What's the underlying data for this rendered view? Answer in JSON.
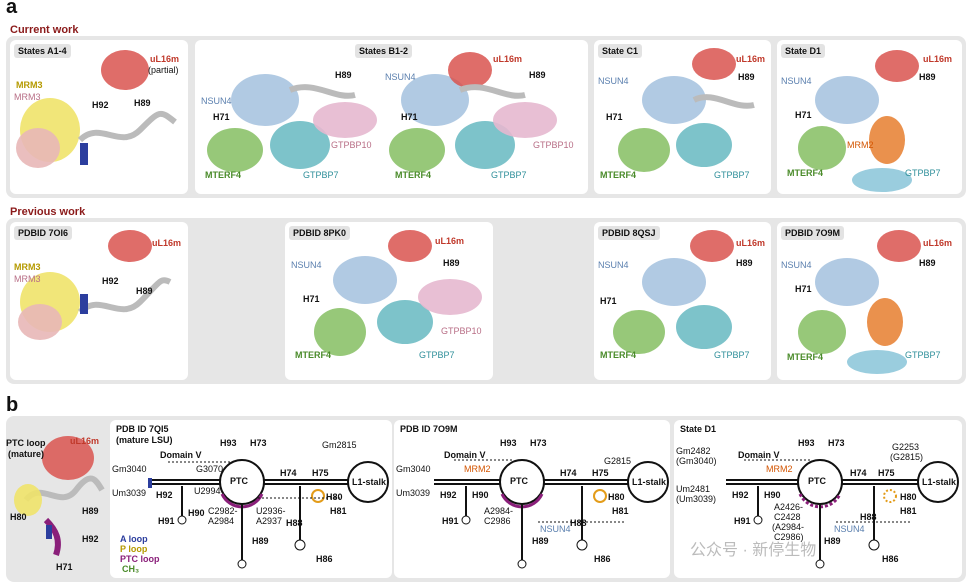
{
  "panel_a": {
    "letter": "a",
    "current_title": "Current work",
    "previous_title": "Previous work",
    "current": [
      {
        "tag": "States A1-4",
        "labels": {
          "ul16m": "uL16m",
          "partial": "(partial)",
          "mrm3y": "MRM3",
          "mrm3p": "MRM3",
          "h92": "H92",
          "h89": "H89"
        }
      },
      {
        "tag": "States B1-2",
        "labels": {
          "h89a": "H89",
          "nsun4a": "NSUN4",
          "h71a": "H71",
          "mterf4a": "MTERF4",
          "gtpbp10a": "GTPBP10",
          "gtpbp7a": "GTPBP7",
          "ul16m": "uL16m",
          "nsun4b": "NSUN4",
          "h89b": "H89",
          "h71b": "H71",
          "mterf4b": "MTERF4",
          "gtpbp7b": "GTPBP7",
          "gtpbp10b": "GTPBP10"
        }
      },
      {
        "tag": "State C1",
        "labels": {
          "ul16m": "uL16m",
          "nsun4": "NSUN4",
          "h89": "H89",
          "h71": "H71",
          "mterf4": "MTERF4",
          "gtpbp7": "GTPBP7"
        }
      },
      {
        "tag": "State D1",
        "labels": {
          "ul16m": "uL16m",
          "nsun4": "NSUN4",
          "h89": "H89",
          "h71": "H71",
          "mrm2": "MRM2",
          "mterf4": "MTERF4",
          "gtpbp7": "GTPBP7"
        }
      }
    ],
    "previous": [
      {
        "tag": "PDBID 7OI6",
        "labels": {
          "ul16m": "uL16m",
          "mrm3y": "MRM3",
          "mrm3p": "MRM3",
          "h92": "H92",
          "h89": "H89"
        }
      },
      {
        "tag": "PDBID 8PK0",
        "labels": {
          "ul16m": "uL16m",
          "nsun4": "NSUN4",
          "h89": "H89",
          "h71": "H71",
          "mterf4": "MTERF4",
          "gtpbp10": "GTPBP10",
          "gtpbp7": "GTPBP7"
        }
      },
      {
        "tag": "PDBID 8QSJ",
        "labels": {
          "ul16m": "uL16m",
          "nsun4": "NSUN4",
          "h89": "H89",
          "h71": "H71",
          "mterf4": "MTERF4",
          "gtpbp7": "GTPBP7"
        }
      },
      {
        "tag": "PDBID 7O9M",
        "labels": {
          "ul16m": "uL16m",
          "nsun4": "NSUN4",
          "h89": "H89",
          "h71": "H71",
          "mterf4": "MTERF4",
          "gtpbp7": "GTPBP7"
        }
      }
    ]
  },
  "panel_b": {
    "letter": "b",
    "structure_labels": {
      "ptc": "PTC loop",
      "mature": "(mature)",
      "ul16m": "uL16m",
      "h80": "H80",
      "h89": "H89",
      "h92": "H92",
      "h71": "H71"
    },
    "diagram1": {
      "tag": "PDB ID 7QI5",
      "subtag": "(mature LSU)",
      "gm3040": "Gm3040",
      "g3070": "G3070",
      "domainv": "Domain V",
      "um3039": "Um3039",
      "u2994": "U2994",
      "h93": "H93",
      "h73": "H73",
      "ptc": "PTC",
      "h74": "H74",
      "h75": "H75",
      "gm2815": "Gm2815",
      "l1": "L1-stalk",
      "h92": "H92",
      "h90": "H90",
      "h91": "H91",
      "h80": "H80",
      "h81": "H81",
      "c2982": "C2982-",
      "a2984": "A2984",
      "u2936": "U2936-",
      "a2937": "A2937",
      "h88": "H88",
      "h89": "H89",
      "h86": "H86",
      "legend_a": "A loop",
      "legend_p": "P loop",
      "legend_ptc": "PTC loop",
      "legend_ch3": "CH₃"
    },
    "diagram2": {
      "tag": "PDB ID 7O9M",
      "gm3040": "Gm3040",
      "domainv": "Domain V",
      "mrm2": "MRM2",
      "um3039": "Um3039",
      "h93": "H93",
      "h73": "H73",
      "ptc": "PTC",
      "h74": "H74",
      "h75": "H75",
      "g2815": "G2815",
      "l1": "L1-stalk",
      "h92": "H92",
      "h90": "H90",
      "h91": "H91",
      "h80": "H80",
      "h81": "H81",
      "a2984": "A2984-",
      "c2986": "C2986",
      "nsun4": "NSUN4",
      "h88": "H88",
      "h89": "H89",
      "h86": "H86"
    },
    "diagram3": {
      "tag": "State D1",
      "gm2482": "Gm2482",
      "gm3040": "(Gm3040)",
      "domainv": "Domain V",
      "mrm2": "MRM2",
      "um2481": "Um2481",
      "um3039": "(Um3039)",
      "h93": "H93",
      "h73": "H73",
      "ptc": "PTC",
      "h74": "H74",
      "h75": "H75",
      "g2253": "G2253",
      "g2815": "(G2815)",
      "l1": "L1-stalk",
      "h92": "H92",
      "h90": "H90",
      "h91": "H91",
      "h80": "H80",
      "h81": "H81",
      "a2426": "A2426-",
      "c2428": "C2428",
      "a2984": "(A2984-",
      "c2986": "C2986)",
      "nsun4": "NSUN4",
      "h88": "H88",
      "h89": "H89",
      "h86": "H86"
    },
    "watermark": "公众号 · 新停生物"
  }
}
